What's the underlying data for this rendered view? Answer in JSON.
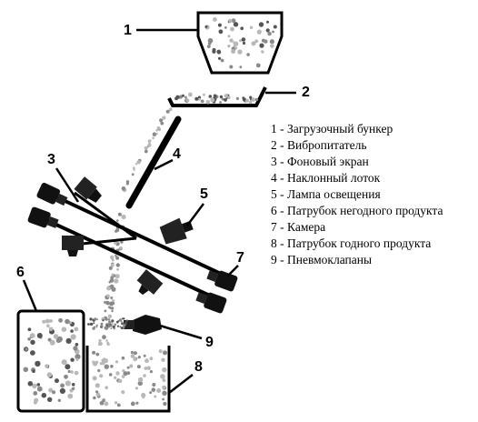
{
  "callouts": [
    "1",
    "2",
    "3",
    "4",
    "5",
    "6",
    "7",
    "8",
    "9"
  ],
  "legend": [
    "1 - Загрузочный бункер",
    "2 - Вибропитатель",
    "3 - Фоновый экран",
    "4 - Наклонный лоток",
    "5 - Лампа освещения",
    "6 - Патрубок негодного продукта",
    "7 - Камера",
    "8 - Патрубок годного продукта",
    "9 - Пневмоклапаны"
  ],
  "colors": {
    "ink": "#000000",
    "dark_particle": "#555555",
    "mid_particle": "#8a8a8a",
    "light_particle": "#b8b8b8",
    "background": "#ffffff"
  },
  "icons": [
    "hopper",
    "vibratory-feeder",
    "background-screen",
    "inclined-chute",
    "illumination-lamp",
    "camera",
    "air-valve",
    "reject-outlet",
    "accept-outlet"
  ]
}
